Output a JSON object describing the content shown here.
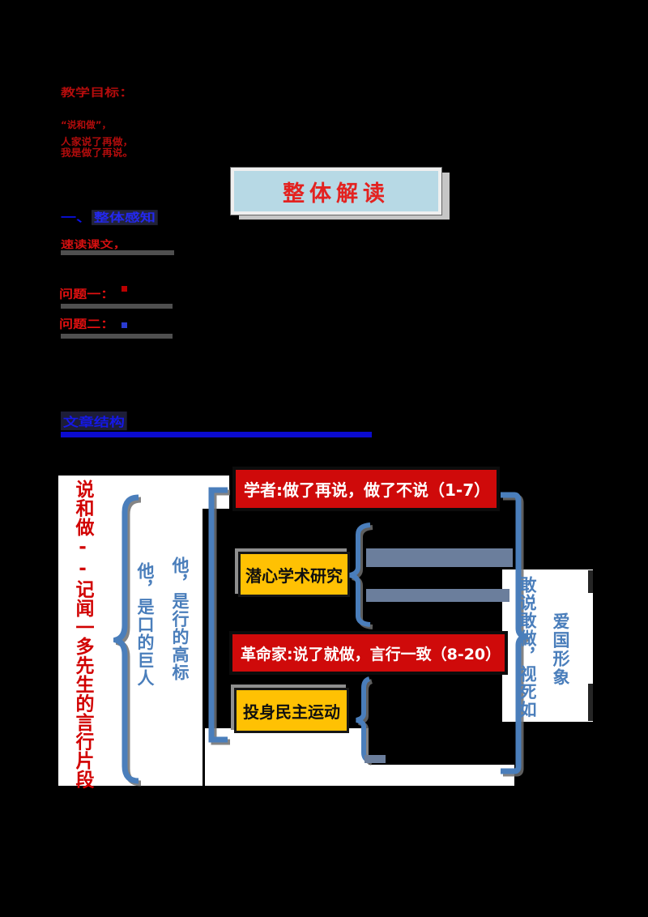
{
  "top": {
    "line1": "教学目标：",
    "line2": "“说和做”，",
    "line3": "人家说了再做，我是做了再说。",
    "hero_banner": "整体解读",
    "section1_prefix": "一、",
    "section1_heading": "整体感知",
    "section1_line": "速读课文，",
    "question1": "问题一：",
    "question2": "问题二：",
    "section2_heading": "文章结构"
  },
  "diagram": {
    "title_vertical": "说和做--记闻一多先生的言行片段",
    "left_conclusions": [
      "他，是口的巨人",
      "他，是行的高标"
    ],
    "rows": [
      {
        "header": "学者:做了再说，做了不说（1-7）",
        "detail": "潜心学术研究"
      },
      {
        "header": "革命家:说了就做，言行一致（8-20）",
        "detail": "投身民主运动"
      }
    ],
    "right_conclusion_main": "敢说敢做，视死如",
    "right_conclusion_sub": "爱国形象"
  },
  "colors": {
    "page_background": "#000000",
    "hero_fill": "#b7d9e5",
    "hero_text": "#e32220",
    "red_box": "#cf0a0a",
    "yellow_box": "#ffc103",
    "steel_blue": "#4a7ebb",
    "connector_bar": "#6b7e9c",
    "title_red": "#d10000",
    "heading_blue": "#1518e8"
  }
}
